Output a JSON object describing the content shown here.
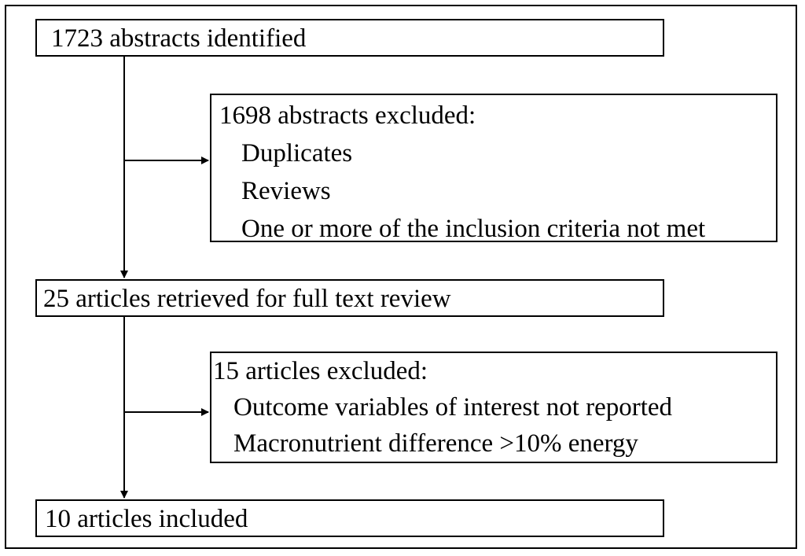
{
  "flowchart": {
    "identified": "1723 abstracts identified",
    "excluded_abstracts": {
      "heading": "1698 abstracts excluded:",
      "reasons": [
        "Duplicates",
        "Reviews",
        "One or more of the inclusion criteria not met"
      ]
    },
    "retrieved": "25 articles retrieved for full text review",
    "excluded_articles": {
      "heading": "15 articles excluded:",
      "reasons": [
        "Outcome variables of interest not reported",
        "Macronutrient difference >10% energy"
      ]
    },
    "included": "10 articles included"
  }
}
